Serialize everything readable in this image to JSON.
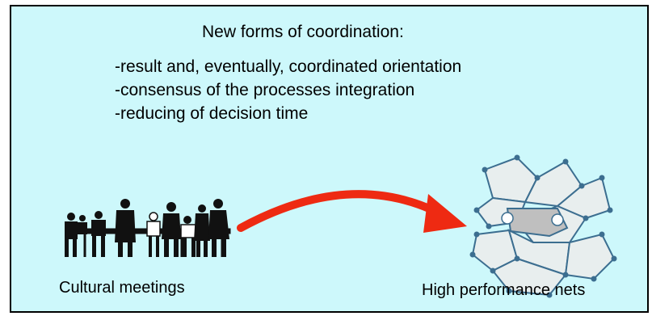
{
  "heading": "New forms of coordination:",
  "bullets": [
    "-result  and, eventually, coordinated orientation",
    "-consensus of the processes integration",
    "-reducing of decision time"
  ],
  "left_caption": "Cultural meetings",
  "right_caption": "High performance nets",
  "colors": {
    "background": "#cdf8fb",
    "arrow": "#ee2a12",
    "net_line": "#3c6e90",
    "net_fill": "#e8eeee",
    "net_core": "#bfbfbf"
  },
  "icons": [
    "meeting-people-icon",
    "network-icon",
    "arrow-icon"
  ]
}
